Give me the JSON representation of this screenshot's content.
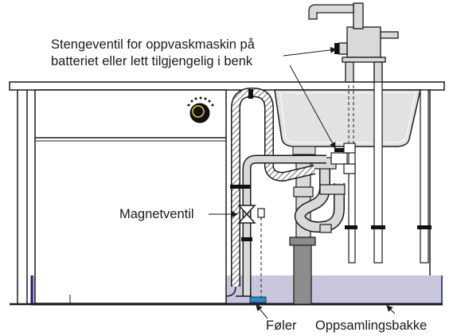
{
  "labels": {
    "shutoff_line1": "Stengeventil for oppvaskmaskin på",
    "shutoff_line2": "batteriet eller lett tilgjengelig i benk",
    "solenoid": "Magnetventil",
    "sensor": "Føler",
    "tray": "Oppsamlingsbakke"
  },
  "colors": {
    "tray_fill": "#c8c6dd",
    "tray_edge": "#1e1a78",
    "sensor": "#2a8ad0",
    "pipe_gray": "#d9d9d9",
    "drain_dark": "#8c8c8c",
    "line": "#1a1a1a"
  }
}
